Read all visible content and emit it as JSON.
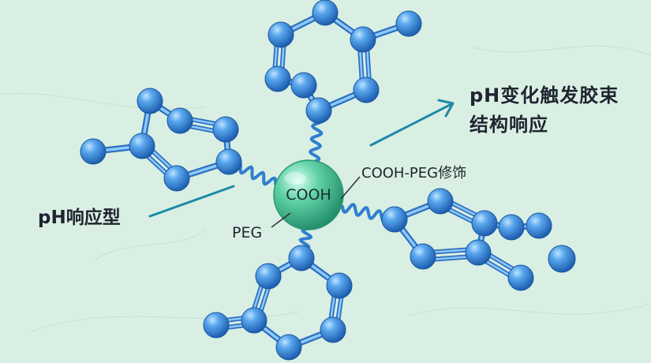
{
  "labels": {
    "title_line1": "pH变化触发胶束",
    "title_line2": "结构响应",
    "left_label": "pH响应型",
    "core": "COOH",
    "modification": "COOH-PEG修饰",
    "peg": "PEG"
  },
  "colors": {
    "background": "#d9efe3",
    "atom": "#3a86d6",
    "bond": "#5aa7e8",
    "core": "#4fc79c",
    "arrow": "#1e8aa3",
    "text": "#1f2430"
  }
}
